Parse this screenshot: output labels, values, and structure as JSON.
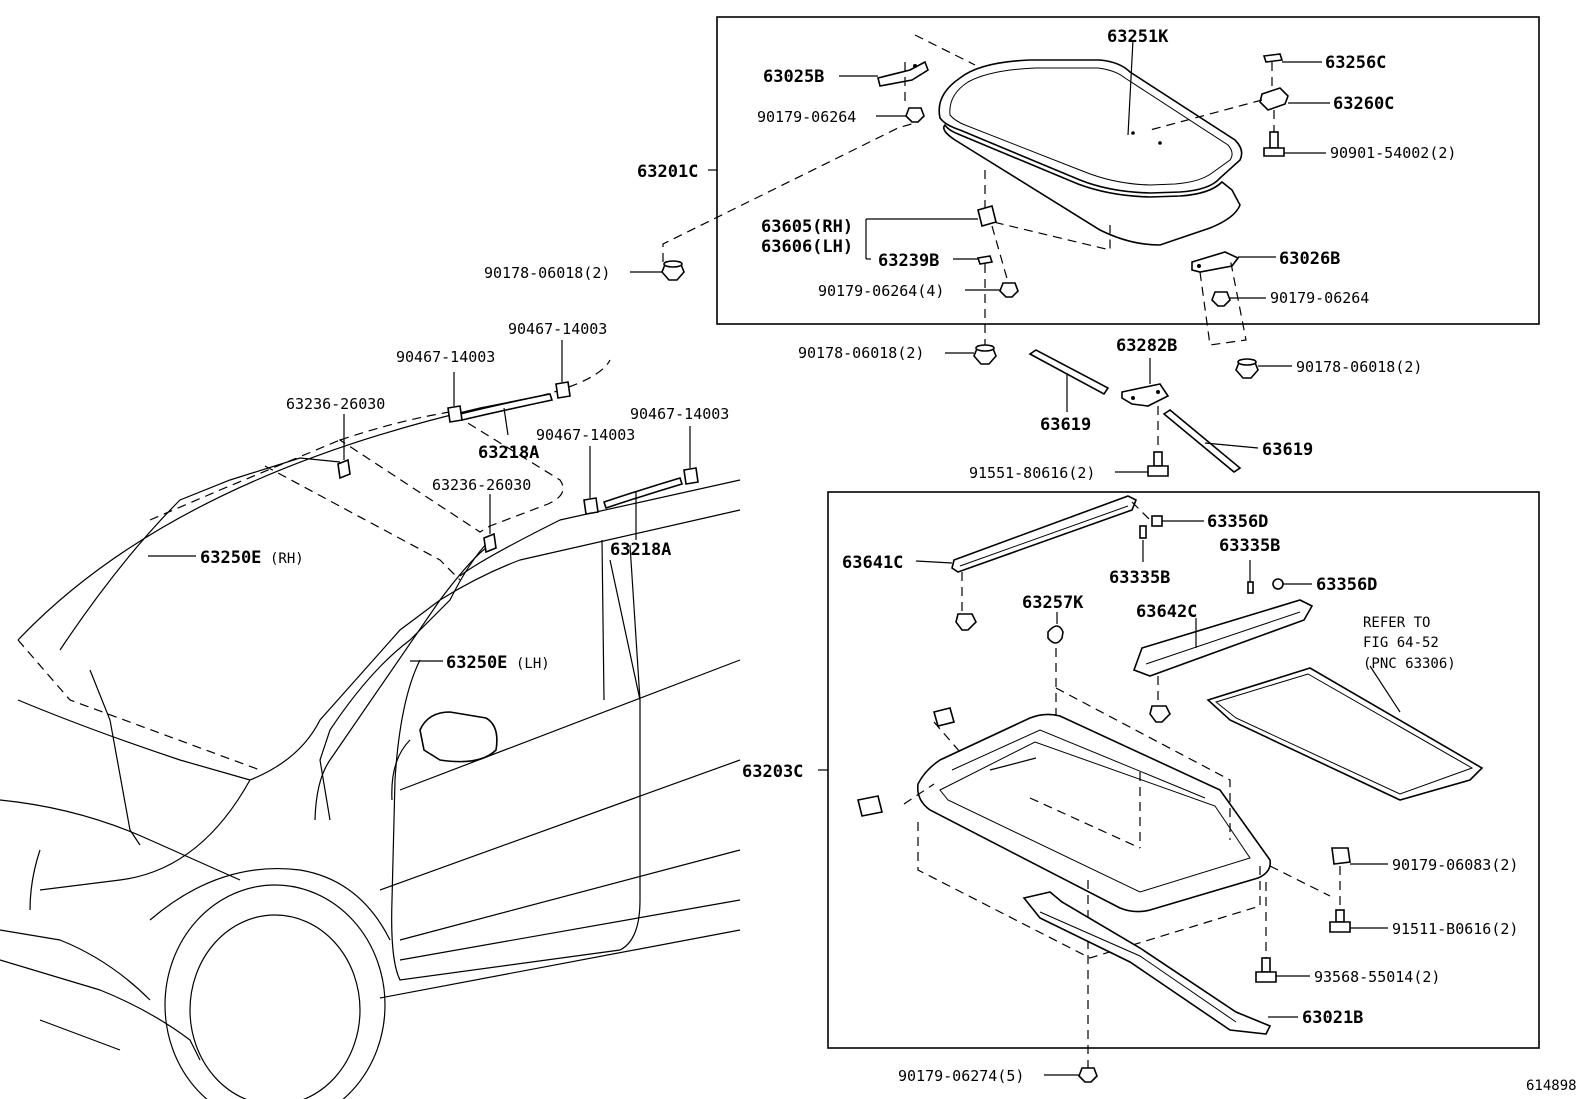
{
  "diagram_id": "614898",
  "groups": {
    "upper": "63201C",
    "lower": "63203C"
  },
  "labels": {
    "p63251K": "63251K",
    "p63025B": "63025B",
    "p90179_06264_a": "90179-06264",
    "p63256C": "63256C",
    "p63260C": "63260C",
    "p90901": "90901-54002(2)",
    "p63605": "63605(RH)",
    "p63606": "63606(LH)",
    "p63239B": "63239B",
    "p90179_06264_4": "90179-06264(4)",
    "p63026B": "63026B",
    "p90179_06264_b": "90179-06264",
    "p90178_a": "90178-06018(2)",
    "p90178_b": "90178-06018(2)",
    "p90178_c": "90178-06018(2)",
    "p63282B": "63282B",
    "p63619_a": "63619",
    "p63619_b": "63619",
    "p91551": "91551-80616(2)",
    "p90467_a": "90467-14003",
    "p90467_b": "90467-14003",
    "p90467_c": "90467-14003",
    "p90467_d": "90467-14003",
    "p63236_a": "63236-26030",
    "p63236_b": "63236-26030",
    "p63218A_a": "63218A",
    "p63218A_b": "63218A",
    "p63250E_rh": "63250E",
    "p63250E_rh_side": "(RH)",
    "p63250E_lh": "63250E",
    "p63250E_lh_side": "(LH)",
    "p63356D_a": "63356D",
    "p63335B_a": "63335B",
    "p63335B_b": "63335B",
    "p63356D_b": "63356D",
    "p63641C": "63641C",
    "p63257K": "63257K",
    "p63642C": "63642C",
    "refer1": "REFER TO",
    "refer2": "FIG 64-52",
    "refer3": "(PNC 63306)",
    "p90179_06083": "90179-06083(2)",
    "p91511": "91511-B0616(2)",
    "p93568": "93568-55014(2)",
    "p63021B": "63021B",
    "p90179_06274": "90179-06274(5)"
  }
}
